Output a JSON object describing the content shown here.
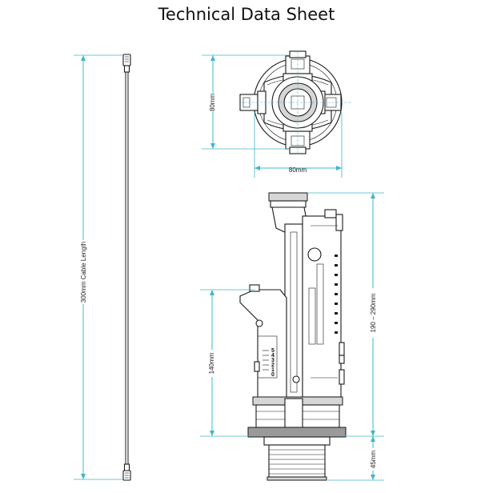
{
  "title": "Technical Data Sheet",
  "colors": {
    "dimension": "#3fb8c9",
    "outline": "#1a1a1a"
  },
  "dimensions": {
    "cable": "300mm Cable Length",
    "top_height": "80mm",
    "top_width": "80mm",
    "total_height": "190 – 290mm",
    "lower_height": "140mm",
    "thread_height": "45mm"
  },
  "scale_marks": [
    "5",
    "4",
    "3",
    "2",
    "1",
    "0"
  ]
}
